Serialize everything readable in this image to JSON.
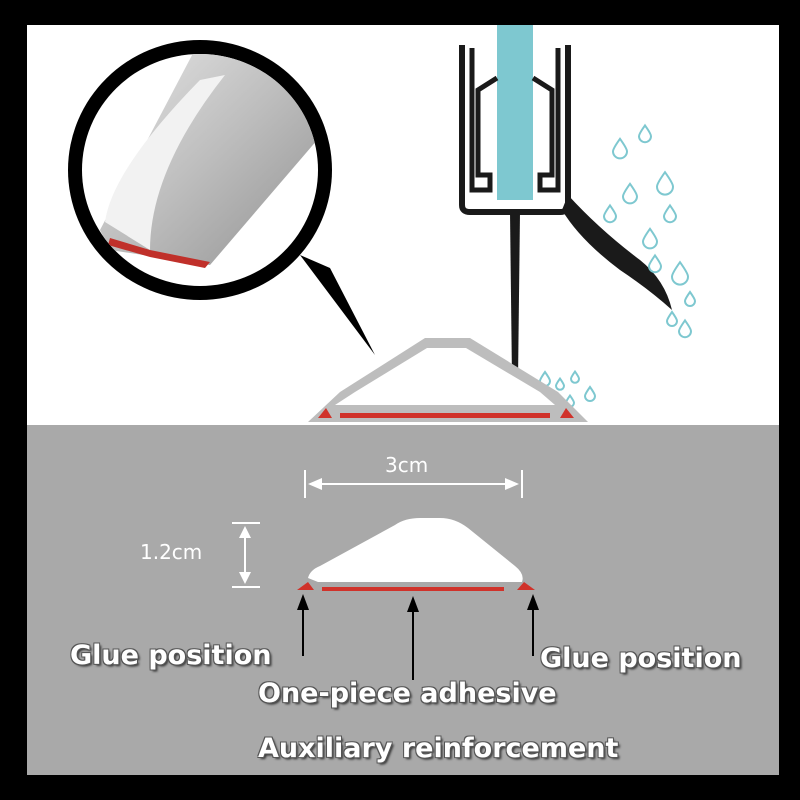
{
  "dimensions": {
    "width_label": "3cm",
    "height_label": "1.2cm"
  },
  "labels": {
    "glue_left": "Glue position",
    "glue_right": "Glue position",
    "one_piece": "One-piece adhesive",
    "auxiliary": "Auxiliary reinforcement"
  },
  "colors": {
    "frame": "#000000",
    "top_background": "#ffffff",
    "bottom_background": "#a9a9a9",
    "glass": "#7ec8d0",
    "adhesive": "#d0322a",
    "strip": "#c8c8c8",
    "water_drop": "#7ec8d0"
  }
}
